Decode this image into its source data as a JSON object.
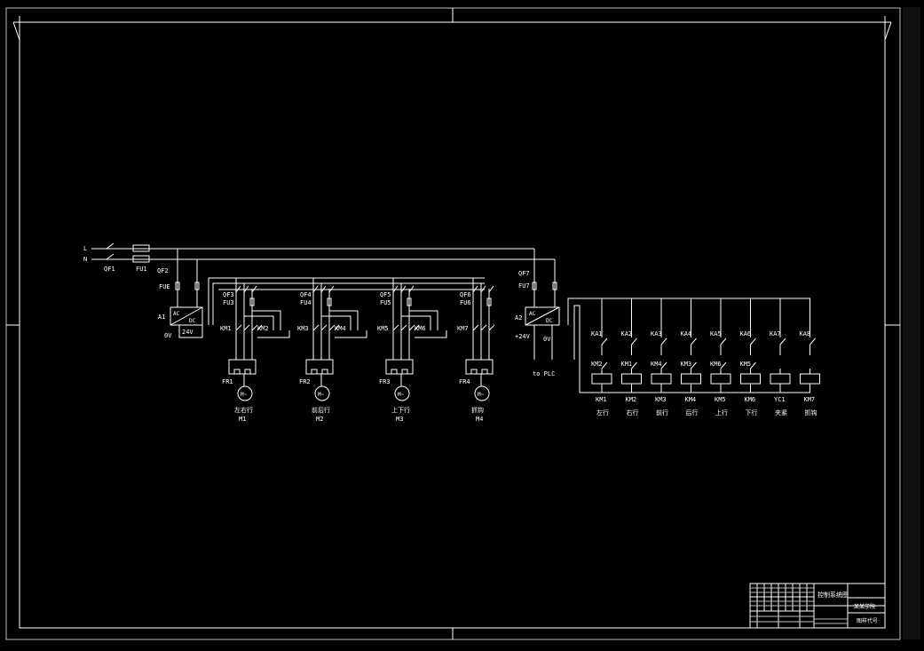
{
  "drawing": {
    "supply_labels": [
      "L",
      "N"
    ],
    "main_breaker": "QF1",
    "main_fuse": "FU1",
    "aux_breaker": "QF2",
    "aux_fuse": "FUE",
    "psu1": {
      "name": "A1",
      "ac": "AC",
      "dc": "DC",
      "out": "24V",
      "zero": "0V"
    },
    "psu2_breaker": "QF7",
    "psu2_fuse": "FU7",
    "psu2": {
      "name": "A2",
      "ac": "AC",
      "dc": "DC",
      "out": "+24V",
      "zero": "0V"
    },
    "to_plc": "to PLC",
    "motor_branches": [
      {
        "breaker": "QF3",
        "fuse": "FU3",
        "k1": "KM1",
        "k2": "KM2",
        "relay": "FR1",
        "motor_symbol": "M~",
        "caption": "左右行",
        "motor": "M1"
      },
      {
        "breaker": "QF4",
        "fuse": "FU4",
        "k1": "KM3",
        "k2": "KM4",
        "relay": "FR2",
        "motor_symbol": "M~",
        "caption": "前后行",
        "motor": "M2"
      },
      {
        "breaker": "QF5",
        "fuse": "FU5",
        "k1": "KM5",
        "k2": "KM6",
        "relay": "FR3",
        "motor_symbol": "M~",
        "caption": "上下行",
        "motor": "M3"
      },
      {
        "breaker": "QF6",
        "fuse": "FU6",
        "k1": "KM7",
        "k2": "",
        "relay": "FR4",
        "motor_symbol": "M~",
        "caption": "抓钩",
        "motor": "M4"
      }
    ],
    "relay_columns": [
      {
        "contact": "KA1",
        "interlock": "KM2",
        "coil": "KM1",
        "caption": "左行"
      },
      {
        "contact": "KA2",
        "interlock": "KM1",
        "coil": "KM2",
        "caption": "右行"
      },
      {
        "contact": "KA3",
        "interlock": "KM4",
        "coil": "KM3",
        "caption": "前行"
      },
      {
        "contact": "KA4",
        "interlock": "KM3",
        "coil": "KM4",
        "caption": "后行"
      },
      {
        "contact": "KA5",
        "interlock": "KM6",
        "coil": "KM5",
        "caption": "上行"
      },
      {
        "contact": "KA6",
        "interlock": "KM5",
        "coil": "KM6",
        "caption": "下行"
      },
      {
        "contact": "KA7",
        "interlock": "",
        "coil": "YC1",
        "caption": "夹紧"
      },
      {
        "contact": "KA8",
        "interlock": "",
        "coil": "KM7",
        "caption": "抓钩"
      }
    ],
    "title_block": {
      "name": "控制系统图",
      "unit": "图样代号",
      "school": "某某学院",
      "drawing_no": "图样代号"
    }
  }
}
